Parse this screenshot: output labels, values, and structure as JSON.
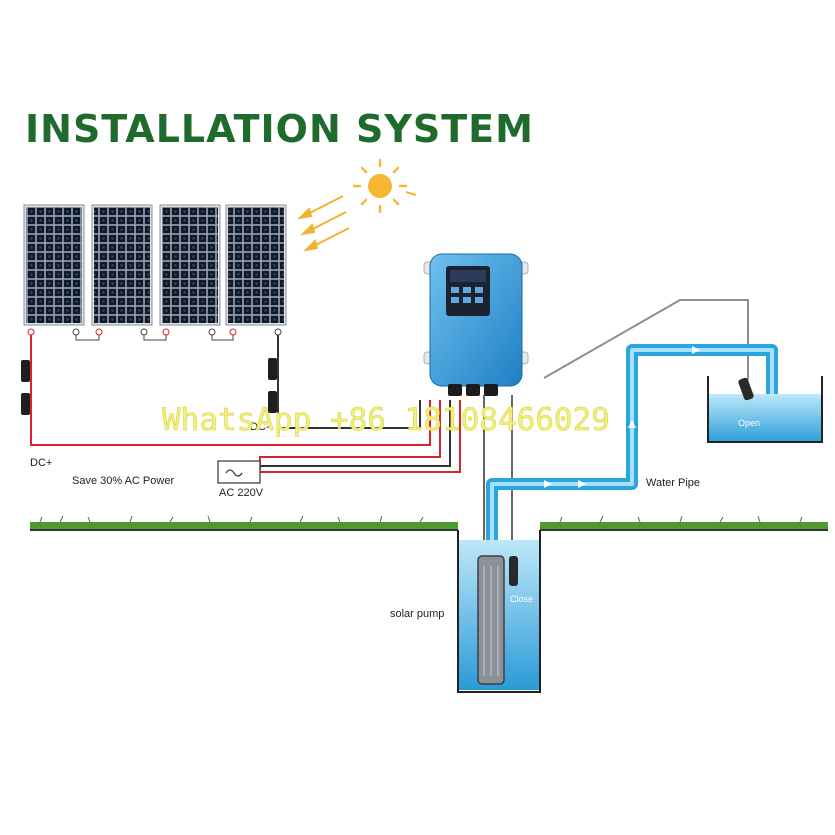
{
  "title": "INSTALLATION SYSTEM",
  "labels": {
    "dc_plus": "DC+",
    "dc_minus": "DC-",
    "save_power": "Save 30% AC Power",
    "ac_voltage": "AC 220V",
    "water_pipe": "Water Pipe",
    "solar_pump": "solar pump",
    "open": "Open",
    "close": "Close"
  },
  "watermark": "WhatsApp +86 18108466029",
  "colors": {
    "title": "#1f6b2d",
    "water": "#29a6de",
    "water_light": "#8fd3f2",
    "wire_red": "#d8262c",
    "wire_black": "#333333",
    "controller": "#3c9bd6",
    "grass": "#4e9a2f"
  },
  "icons": [
    "sun-icon",
    "solar-panel-icon",
    "controller-icon",
    "pump-icon",
    "float-valve-icon"
  ],
  "panel_count": 4
}
